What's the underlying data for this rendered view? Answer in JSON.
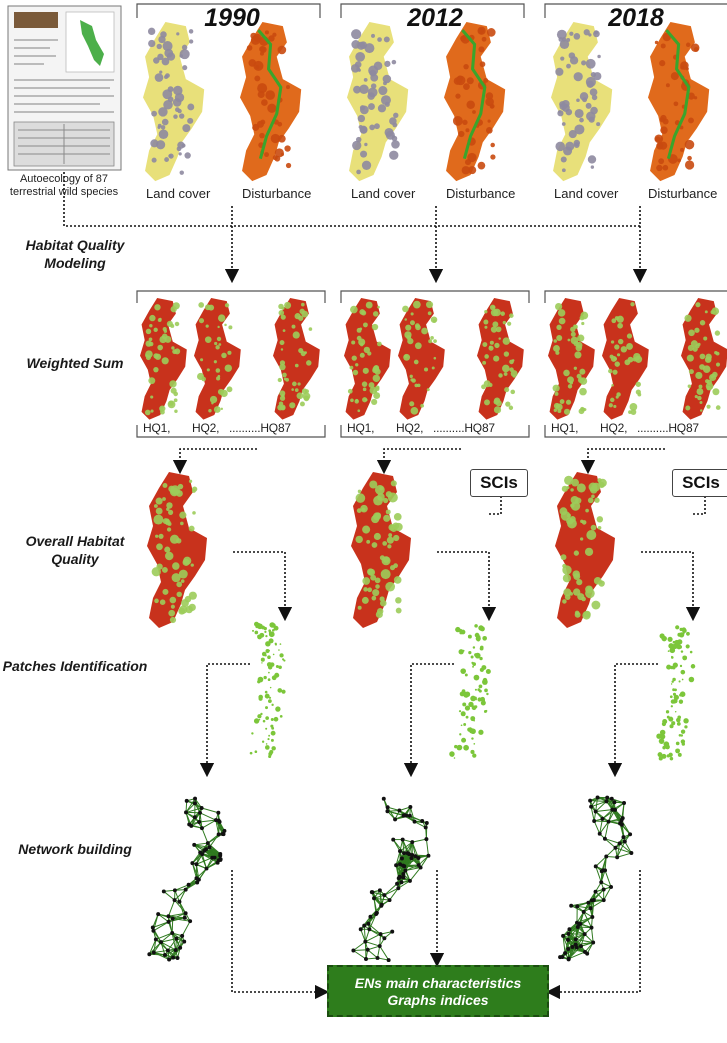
{
  "years": [
    "1990",
    "2012",
    "2018"
  ],
  "autoecology_caption": "Autoecology of 87 terrestrial wild species",
  "map_labels": {
    "land_cover": "Land cover",
    "disturbance": "Disturbance"
  },
  "steps": {
    "habitat_quality_modeling": "Habitat Quality Modeling",
    "weighted_sum": "Weighted Sum",
    "overall_habitat_quality": "Overall Habitat Quality",
    "patches_identification": "Patches Identification",
    "network_building": "Network building"
  },
  "hq_labels": {
    "hq1": "HQ1,",
    "hq2": "HQ2,",
    "hq87": "..........HQ87"
  },
  "sci_label": "SCIs",
  "result": {
    "line1": "ENs main characteristics",
    "line2": "Graphs indices"
  },
  "colors": {
    "land_cover_yellow": "#e8e07a",
    "land_cover_grey": "#8e8aa0",
    "disturbance_orange": "#e06a1c",
    "disturbance_green": "#3aa52c",
    "hq_red": "#c8321c",
    "hq_green": "#9ccc5a",
    "patch_green": "#7cc63a",
    "network_line": "#2f7a1f",
    "result_fill": "#2e7d1c"
  }
}
